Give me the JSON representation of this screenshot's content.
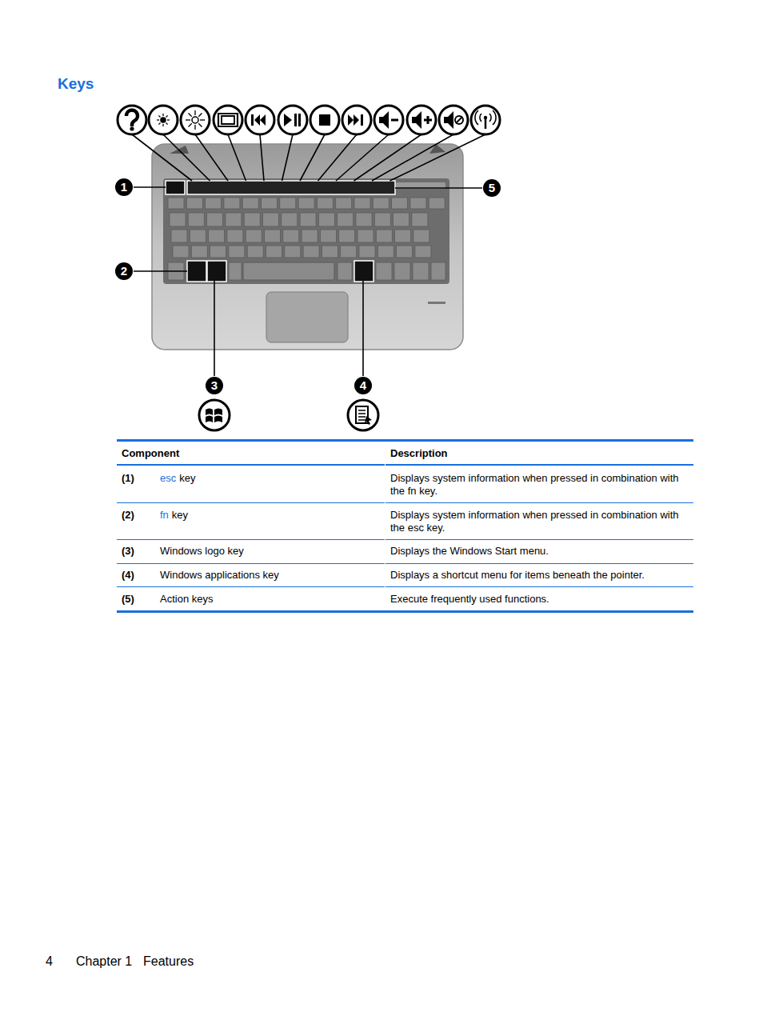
{
  "diagram": {
    "title": "Keys",
    "nodes": [
      {
        "text": [
          "1"
        ]
      },
      {
        "text": [
          "5"
        ]
      },
      {
        "text": [
          "2"
        ]
      },
      {
        "text": [
          "3"
        ]
      },
      {
        "text": [
          "4"
        ]
      }
    ],
    "labels": [
      "Component",
      "Description",
      "(1)",
      "esc",
      "key",
      "Displays system information when pressed in combination with the fn key.",
      "(2)",
      "fn",
      "key",
      "Displays system information when pressed in combination with the esc key.",
      "(3)",
      "Windows logo key",
      "Displays the Windows Start menu.",
      "(4)",
      "Windows applications key",
      "Displays a shortcut menu for items beneath the pointer.",
      "(5)",
      "Action keys",
      "Execute frequently used functions.",
      "4",
      "Chapter 1",
      "Features"
    ]
  }
}
